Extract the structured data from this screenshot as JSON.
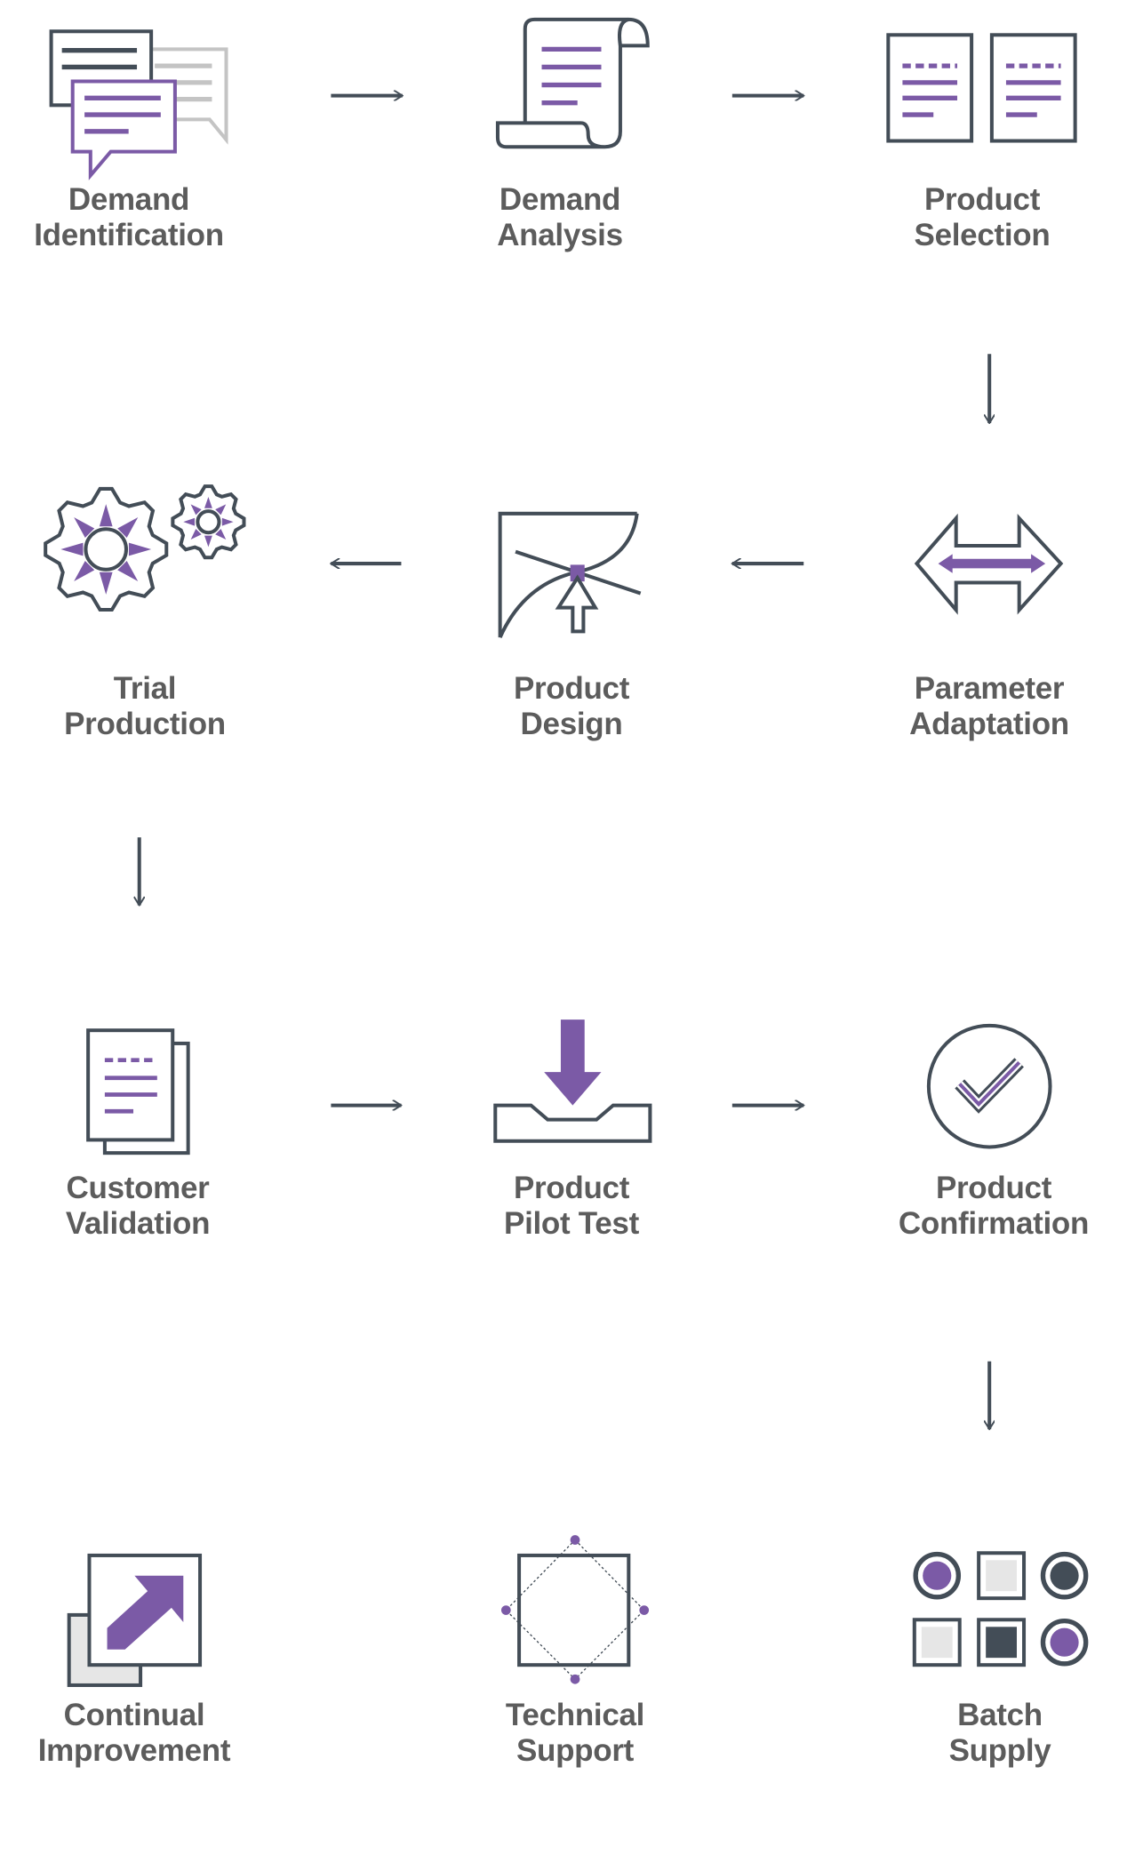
{
  "colors": {
    "dark": "#434d57",
    "purple": "#7b5aa6",
    "light": "#e6e6e6",
    "gray": "#c4c4c4",
    "text": "#5c5c5c"
  },
  "steps": [
    {
      "line1": "Demand",
      "line2": "Identification",
      "icon": "chat-bubbles-icon"
    },
    {
      "line1": "Demand",
      "line2": "Analysis",
      "icon": "scroll-icon"
    },
    {
      "line1": "Product",
      "line2": "Selection",
      "icon": "documents-icon"
    },
    {
      "line1": "Parameter",
      "line2": "Adaptation",
      "icon": "double-arrow-icon"
    },
    {
      "line1": "Product",
      "line2": "Design",
      "icon": "design-curve-icon"
    },
    {
      "line1": "Trial",
      "line2": "Production",
      "icon": "gears-icon"
    },
    {
      "line1": "Customer",
      "line2": "Validation",
      "icon": "document-stack-icon"
    },
    {
      "line1": "Product",
      "line2": "Pilot Test",
      "icon": "inbox-download-icon"
    },
    {
      "line1": "Product",
      "line2": "Confirmation",
      "icon": "check-circle-icon"
    },
    {
      "line1": "Batch",
      "line2": "Supply",
      "icon": "grid-items-icon"
    },
    {
      "line1": "Technical",
      "line2": "Support",
      "icon": "diamond-square-icon"
    },
    {
      "line1": "Continual",
      "line2": "Improvement",
      "icon": "trend-arrow-icon"
    }
  ]
}
